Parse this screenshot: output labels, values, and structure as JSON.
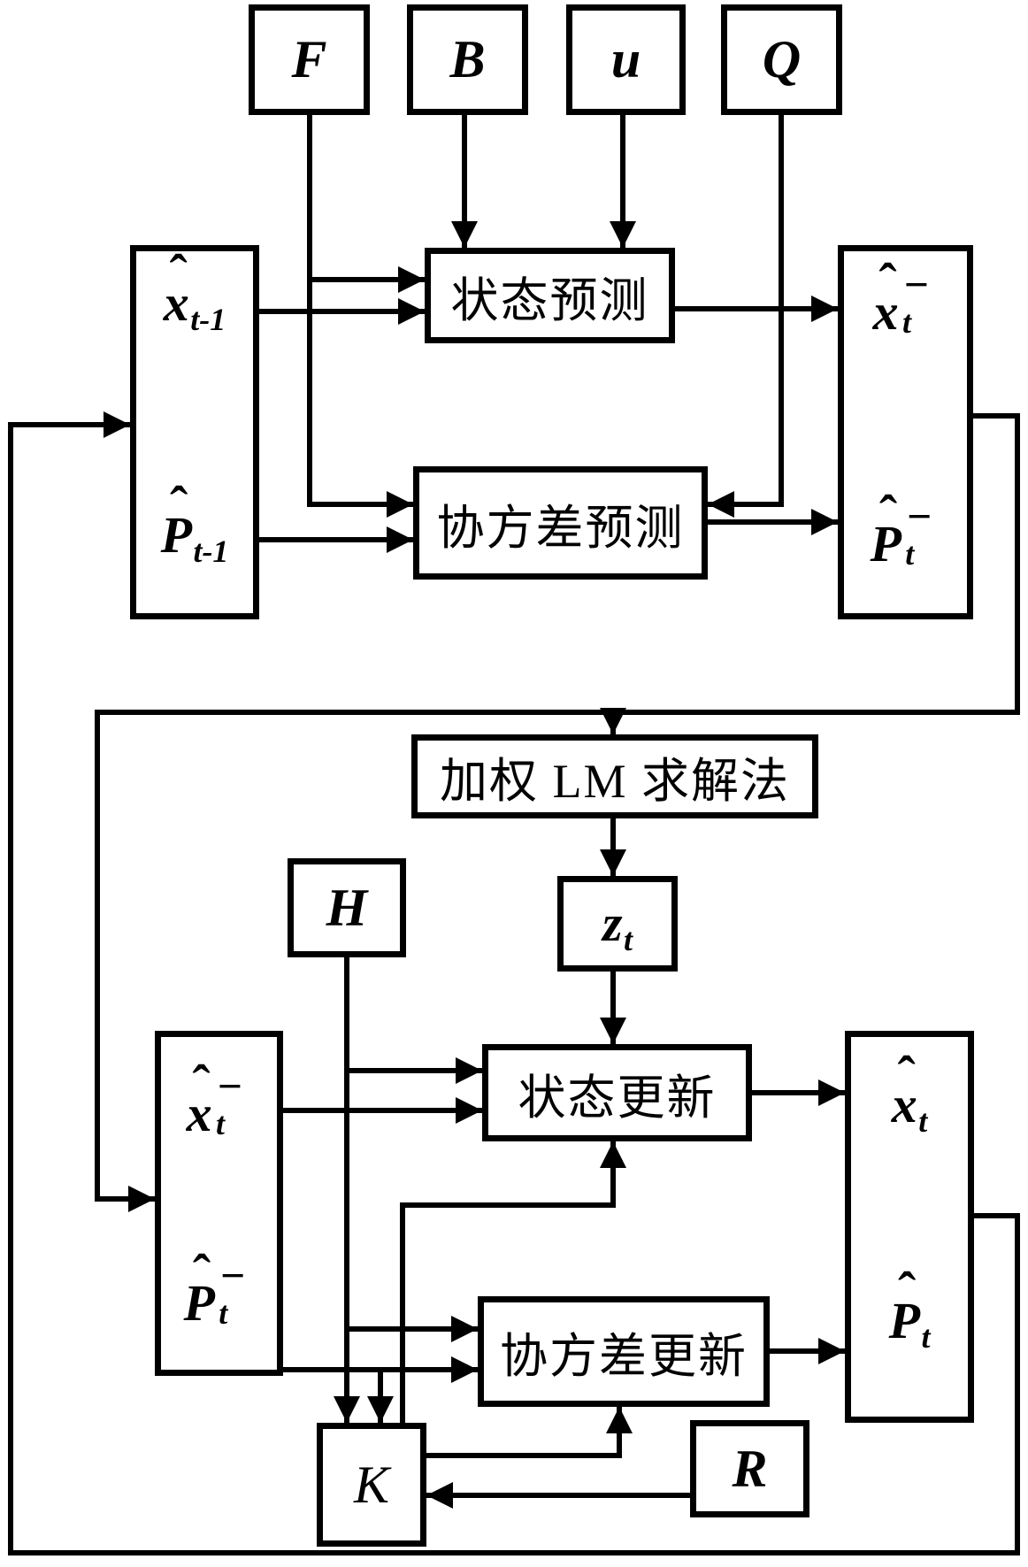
{
  "nodes": {
    "F": {
      "label": "F"
    },
    "B": {
      "label": "B"
    },
    "u": {
      "label": "u"
    },
    "Q": {
      "label": "Q"
    },
    "state_prediction": {
      "label": "状态预测"
    },
    "covariance_prediction": {
      "label": "协方差预测"
    },
    "weighted_lm_solver": {
      "label": "加权 LM 求解法"
    },
    "H": {
      "label": "H"
    },
    "z": {
      "base": "z",
      "sub": "t"
    },
    "state_update": {
      "label": "状态更新"
    },
    "covariance_update": {
      "label": "协方差更新"
    },
    "K": {
      "label": "K"
    },
    "R": {
      "label": "R"
    },
    "x_prev": {
      "hat": "ˆ",
      "base": "x",
      "sub": "t-1"
    },
    "p_prev": {
      "hat": "ˆ",
      "base": "P",
      "sub": "t-1"
    },
    "x_prior": {
      "hat": "ˆ",
      "base": "x",
      "sub": "t",
      "sup": "−"
    },
    "p_prior": {
      "hat": "ˆ",
      "base": "P",
      "sub": "t",
      "sup": "−"
    },
    "x_post": {
      "hat": "ˆ",
      "base": "x",
      "sub": "t"
    },
    "p_post": {
      "hat": "ˆ",
      "base": "P",
      "sub": "t"
    }
  },
  "colors": {
    "line": "#000000",
    "background": "#ffffff"
  }
}
